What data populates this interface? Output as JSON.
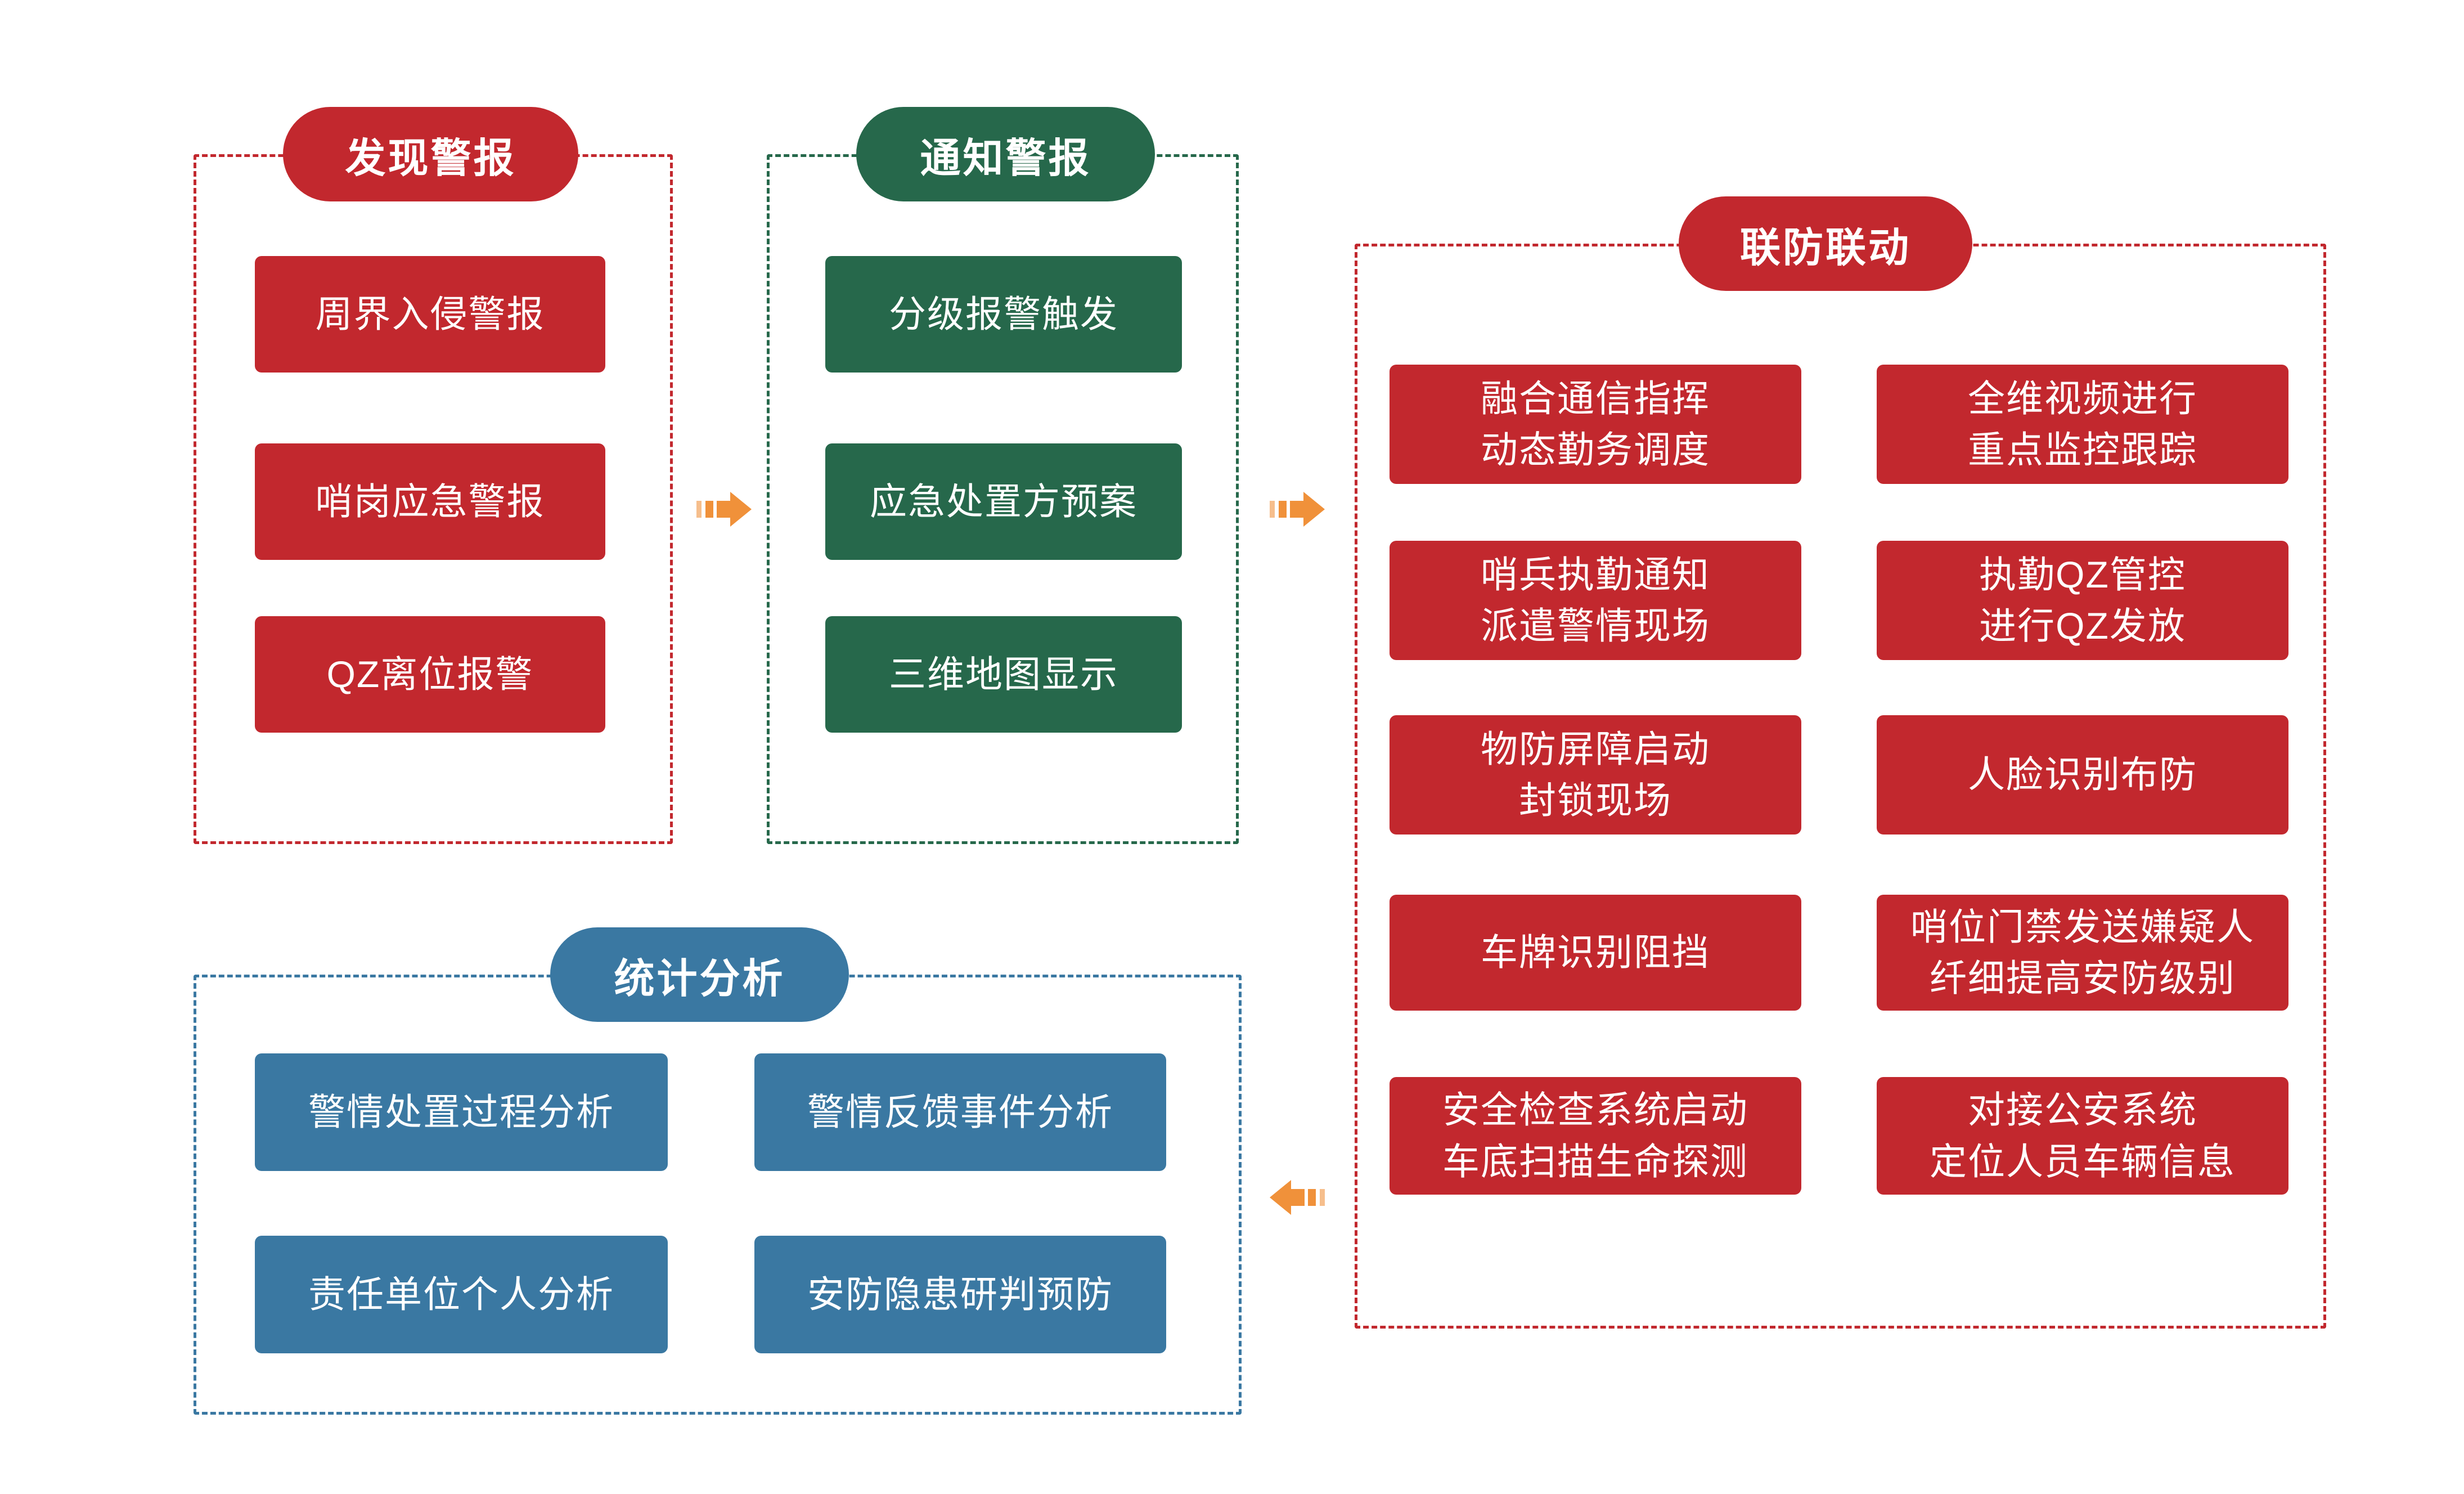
{
  "colors": {
    "red": "#C2282E",
    "green": "#26684B",
    "blue": "#3A78A2",
    "orange": "#F0913A",
    "orange_light": "#F6BE8C",
    "white": "#FFFFFF"
  },
  "sections": {
    "discover": {
      "title": "发现警报",
      "items": [
        "周界入侵警报",
        "哨岗应急警报",
        "QZ离位报警"
      ]
    },
    "notify": {
      "title": "通知警报",
      "items": [
        "分级报警触发",
        "应急处置方预案",
        "三维地图显示"
      ]
    },
    "joint": {
      "title": "联防联动",
      "left": [
        "融合通信指挥\n动态勤务调度",
        "哨兵执勤通知\n派遣警情现场",
        "物防屏障启动\n封锁现场",
        "车牌识别阻挡",
        "安全检查系统启动\n车底扫描生命探测"
      ],
      "right": [
        "全维视频进行\n重点监控跟踪",
        "执勤QZ管控\n进行QZ发放",
        "人脸识别布防",
        "哨位门禁发送嫌疑人\n纤细提高安防级别",
        "对接公安系统\n定位人员车辆信息"
      ]
    },
    "stats": {
      "title": "统计分析",
      "items": [
        "警情处置过程分析",
        "警情反馈事件分析",
        "责任单位个人分析",
        "安防隐患研判预防"
      ]
    }
  },
  "arrows": {
    "flow1": "arrow-right",
    "flow2": "arrow-right",
    "flow3": "arrow-left"
  }
}
